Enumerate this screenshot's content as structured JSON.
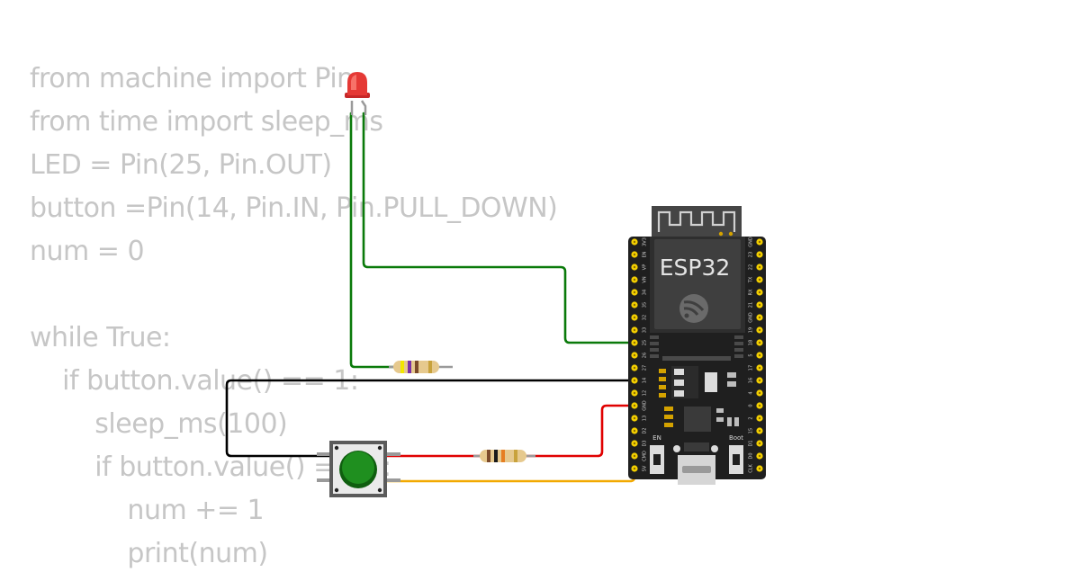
{
  "code": {
    "lines": [
      "from machine import Pin",
      "from time import sleep_ms",
      "LED = Pin(25, Pin.OUT)",
      "button =Pin(14, Pin.IN, Pin.PULL_DOWN)",
      "num = 0",
      "",
      "while True:",
      "    if button.value() == 1:",
      "        sleep_ms(100)",
      "        if button.value() == 1:",
      "            num += 1",
      "            print(num)"
    ]
  },
  "board": {
    "name": "ESP32",
    "en_label": "EN",
    "boot_label": "Boot",
    "left_pins": [
      "3V3",
      "EN",
      "VP",
      "VN",
      "34",
      "35",
      "32",
      "33",
      "25",
      "26",
      "27",
      "14",
      "12",
      "GND",
      "13",
      "D2",
      "D3",
      "CMD",
      "5V"
    ],
    "right_pins": [
      "GND",
      "23",
      "22",
      "TX",
      "RX",
      "21",
      "GND",
      "19",
      "18",
      "5",
      "17",
      "16",
      "4",
      "0",
      "2",
      "15",
      "D1",
      "D0",
      "CLK"
    ]
  },
  "components": {
    "led_color": "#e53935",
    "button_cap_color": "#1f8f1f",
    "wires": {
      "led_to_pin25": "#0a7a0a",
      "button_to_pin14": "#000000",
      "button_to_3v3": "#e00000",
      "button_to_gnd": "#f2a900"
    }
  }
}
